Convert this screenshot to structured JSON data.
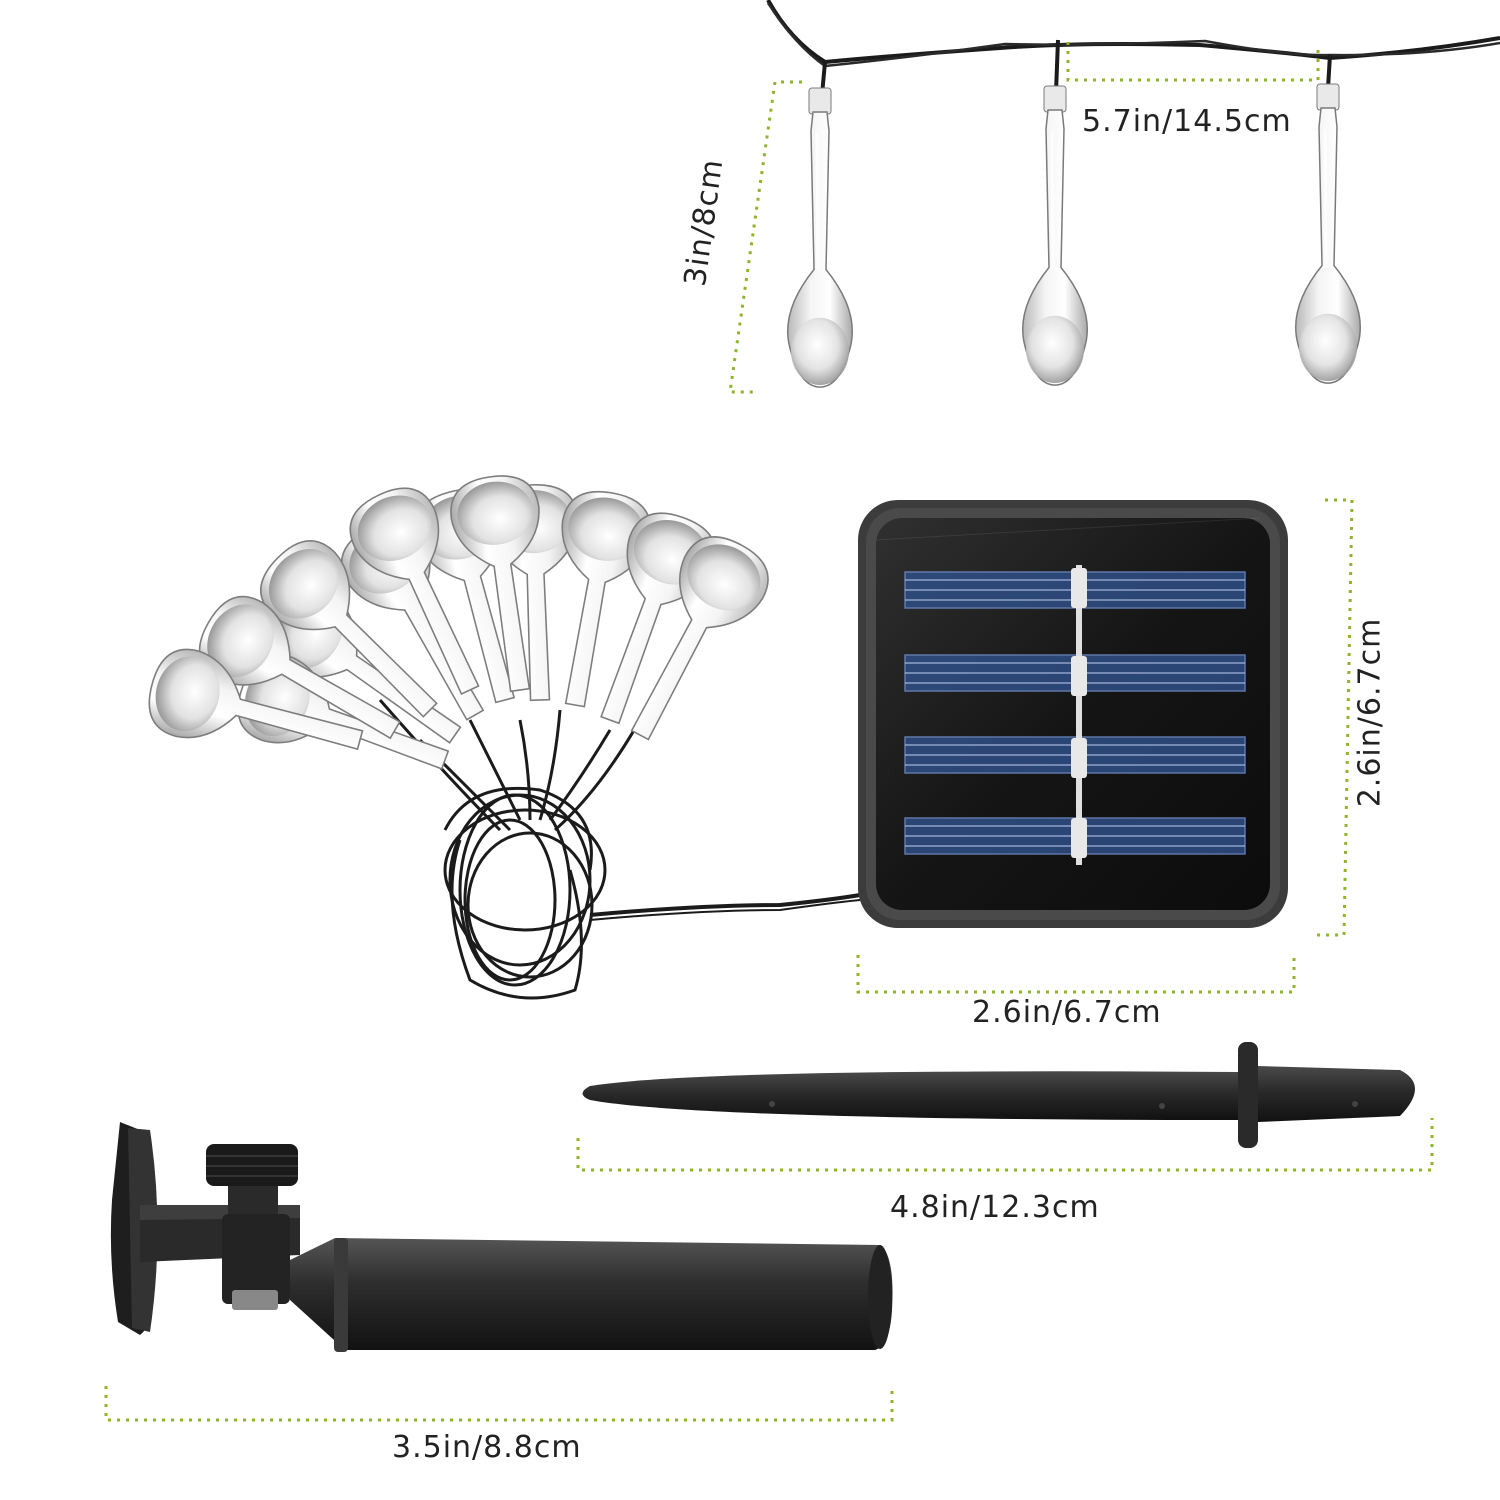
{
  "dimensions": {
    "bulb_spacing": "5.7in/14.5cm",
    "bulb_height": "3in/8cm",
    "panel_height": "2.6in/6.7cm",
    "panel_width": "2.6in/6.7cm",
    "stake_length": "4.8in/12.3cm",
    "bracket_length": "3.5in/8.8cm"
  },
  "colors": {
    "guide": "#8fb32a",
    "label": "#222222",
    "panel_frame": "#3c3c3c",
    "panel_face": "#1a1a1a",
    "cell": "#2f4f86",
    "plastic": "#262626",
    "wire": "#1b1b1b"
  },
  "icons": {
    "bulbs": "teardrop-bulb-icon",
    "panel": "solar-panel-icon",
    "stake": "ground-stake-icon",
    "bracket": "wall-bracket-icon"
  }
}
